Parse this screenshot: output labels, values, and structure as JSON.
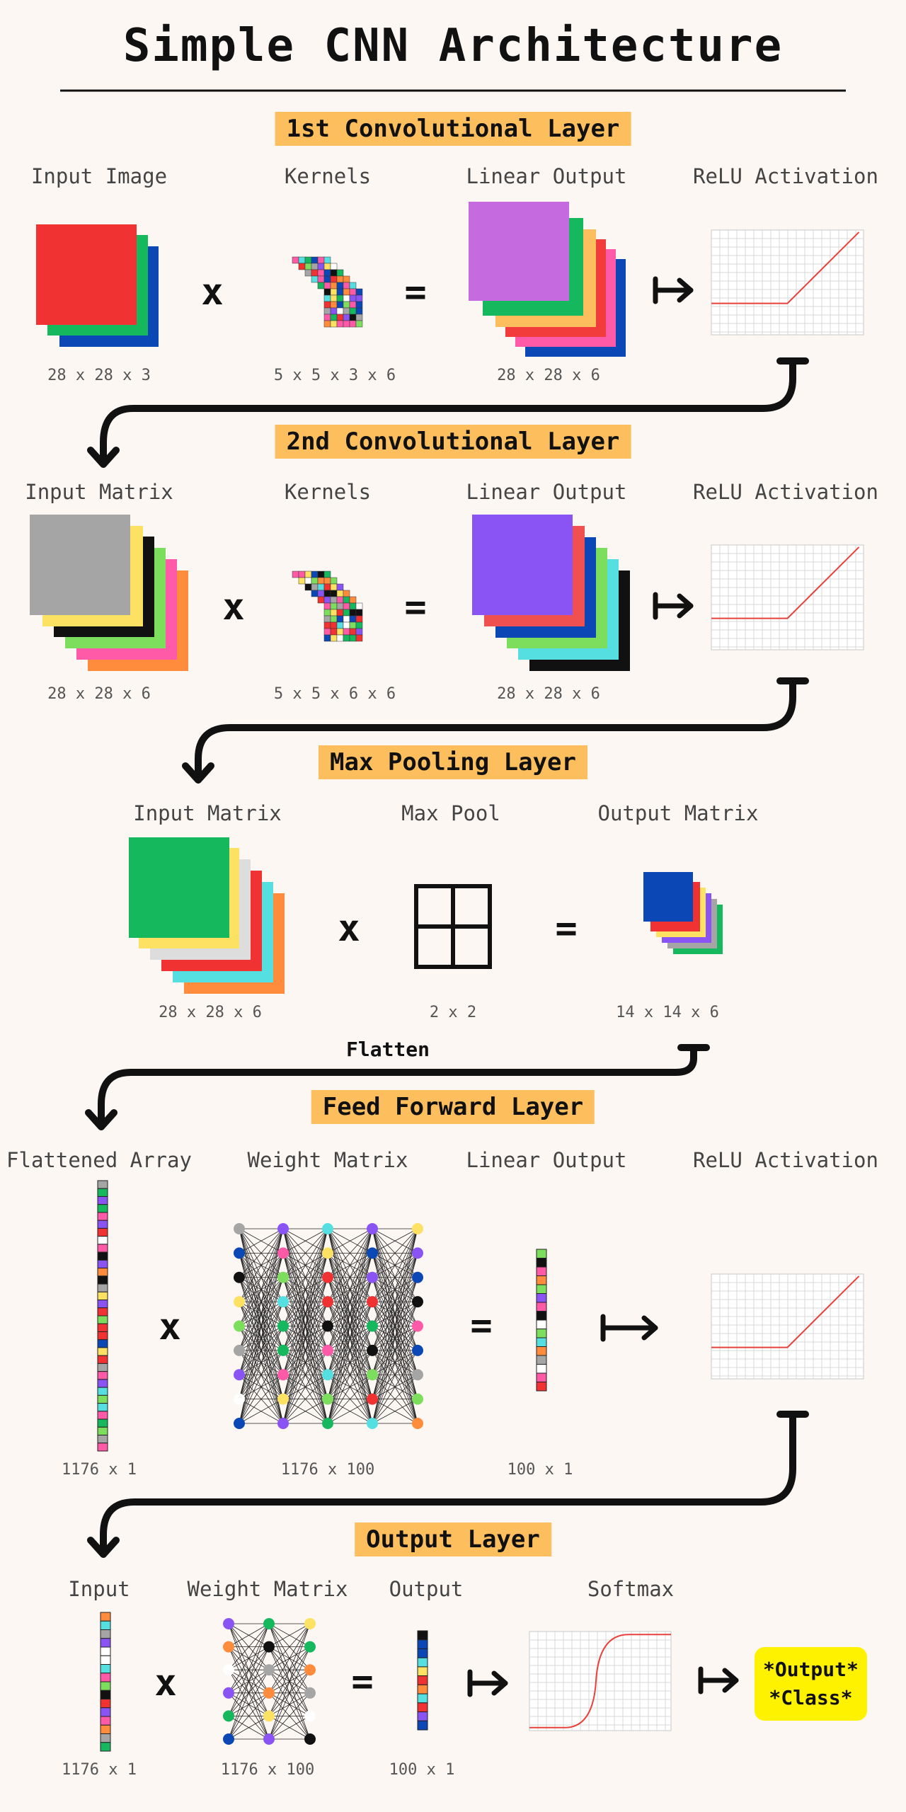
{
  "title": "Simple CNN Architecture",
  "flatten_label": "Flatten",
  "output_class": [
    "*Output*",
    "*Class*"
  ],
  "sections": {
    "conv1": {
      "header": "1st Convolutional Layer",
      "columns": [
        "Input Image",
        "Kernels",
        "Linear Output",
        "ReLU Activation"
      ],
      "dims": [
        "28 x 28 x 3",
        "5 x 5 x 3 x 6",
        "28 x 28 x 6"
      ]
    },
    "conv2": {
      "header": "2nd Convolutional Layer",
      "columns": [
        "Input Matrix",
        "Kernels",
        "Linear Output",
        "ReLU Activation"
      ],
      "dims": [
        "28 x 28 x 6",
        "5 x 5 x 6 x 6",
        "28 x 28 x 6"
      ]
    },
    "pool": {
      "header": "Max Pooling Layer",
      "columns": [
        "Input Matrix",
        "Max Pool",
        "Output Matrix"
      ],
      "dims": [
        "28 x 28 x 6",
        "2 x 2",
        "14 x 14 x 6"
      ]
    },
    "ff": {
      "header": "Feed Forward Layer",
      "columns": [
        "Flattened Array",
        "Weight Matrix",
        "Linear Output",
        "ReLU Activation"
      ],
      "dims": [
        "1176 x 1",
        "1176 x 100",
        "100 x 1"
      ]
    },
    "out": {
      "header": "Output Layer",
      "columns": [
        "Input",
        "Weight Matrix",
        "Output",
        "Softmax"
      ],
      "dims": [
        "1176 x 1",
        "1176 x 100",
        "100 x 1"
      ]
    }
  },
  "operators": {
    "multiply": "x",
    "equals": "=",
    "maps_to": "↦"
  },
  "colors": {
    "background": "#fdf7f4",
    "header_bg": "#fdbf5e",
    "output_box": "#fff200",
    "curve": "#e8413c",
    "grid": "#cccccc",
    "arrow": "#111111"
  },
  "icons": [
    "maps-to-arrow-icon",
    "curved-down-arrow-icon",
    "relu-graph-icon",
    "softmax-graph-icon",
    "pool-grid-icon"
  ]
}
